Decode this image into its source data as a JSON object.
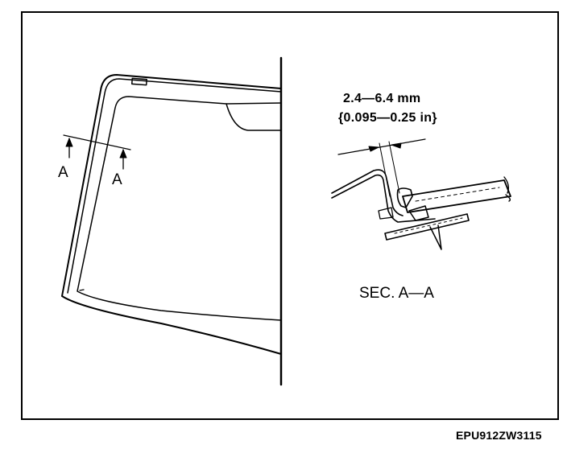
{
  "labels": {
    "section_marker_left": "A",
    "section_marker_right": "A",
    "dimension_mm": "2.4—6.4 mm",
    "dimension_in": "{0.095—0.25 in}",
    "section_title": "SEC. A—A",
    "figure_code": "EPU912ZW3115"
  },
  "colors": {
    "line": "#000000",
    "background": "#ffffff"
  }
}
